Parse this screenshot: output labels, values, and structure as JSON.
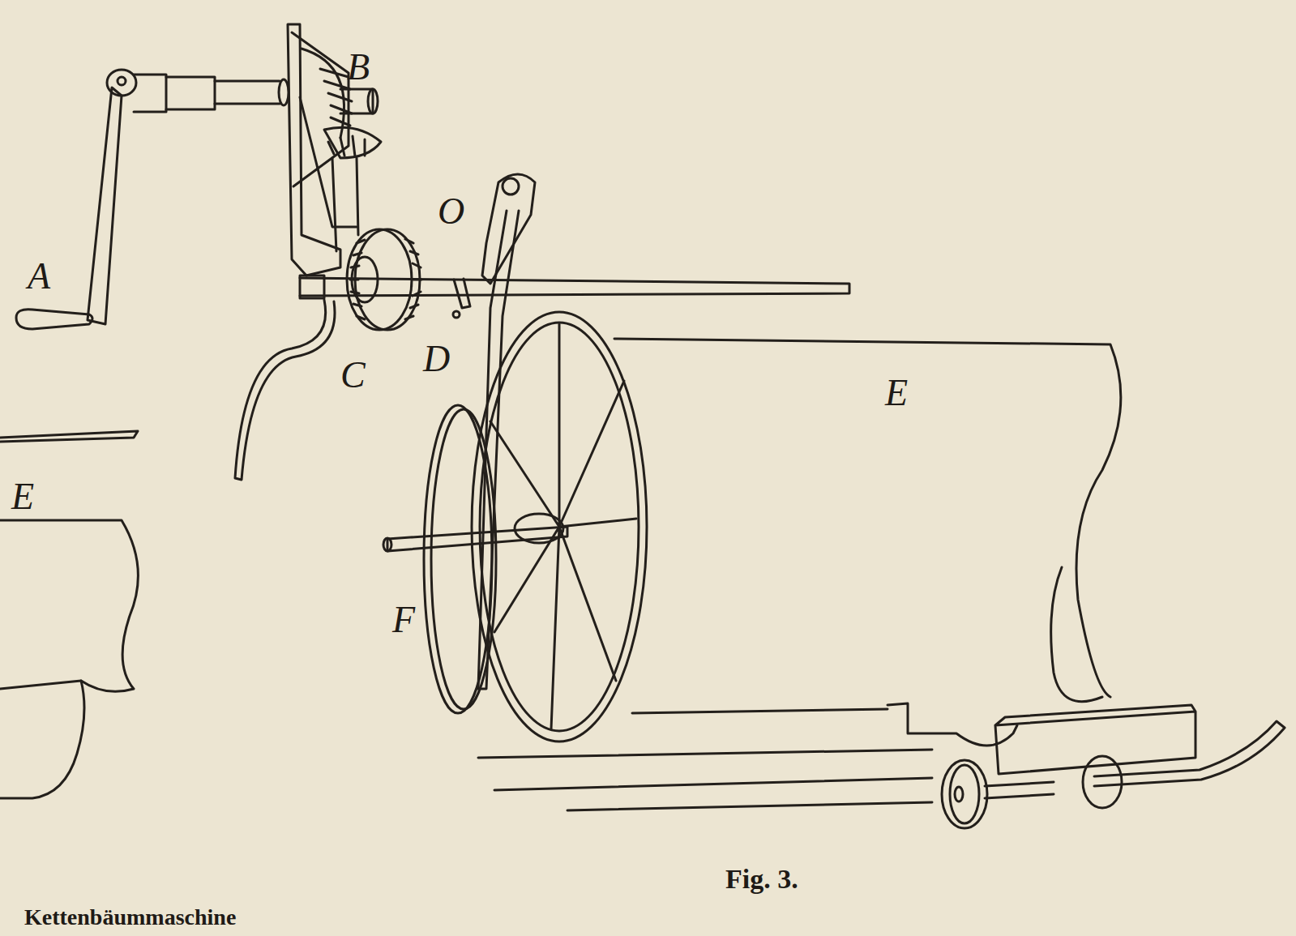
{
  "diagram": {
    "caption": "Fig. 3.",
    "labels": [
      "A",
      "B",
      "O",
      "C",
      "D",
      "E",
      "E",
      "F",
      "Kettenbäummaschine"
    ]
  }
}
